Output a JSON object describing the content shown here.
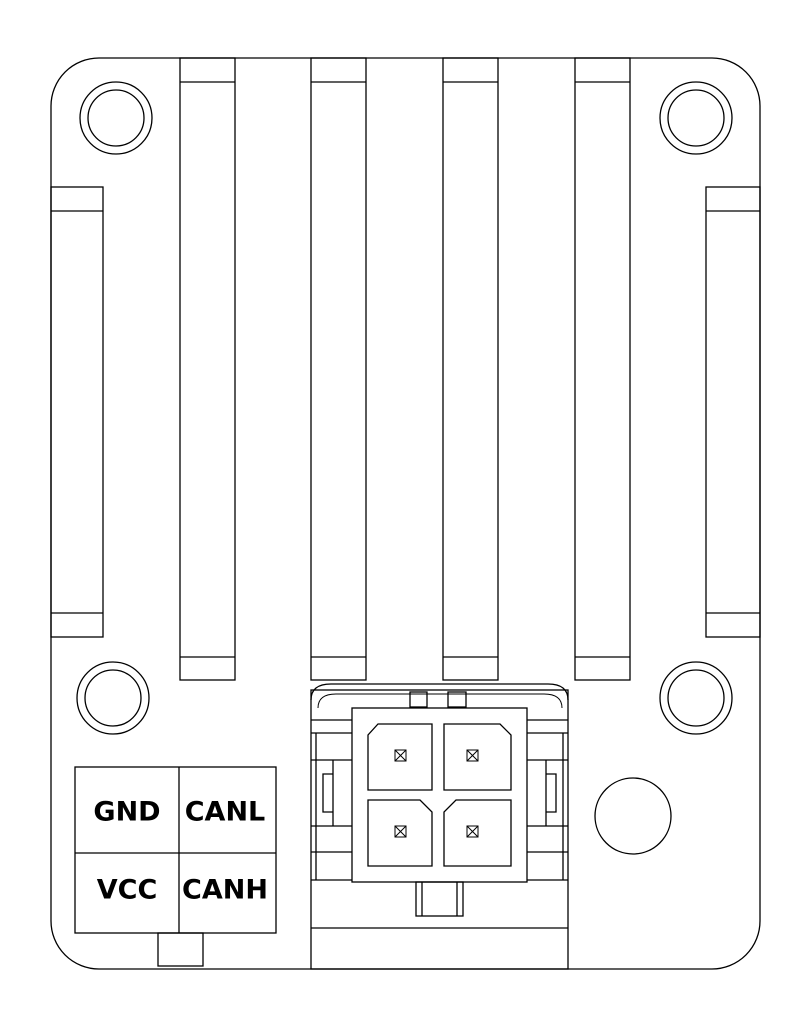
{
  "pin_labels": {
    "top_left": "GND",
    "top_right": "CANL",
    "bottom_left": "VCC",
    "bottom_right": "CANH"
  },
  "colors": {
    "stroke": "#000000",
    "background": "#ffffff"
  }
}
